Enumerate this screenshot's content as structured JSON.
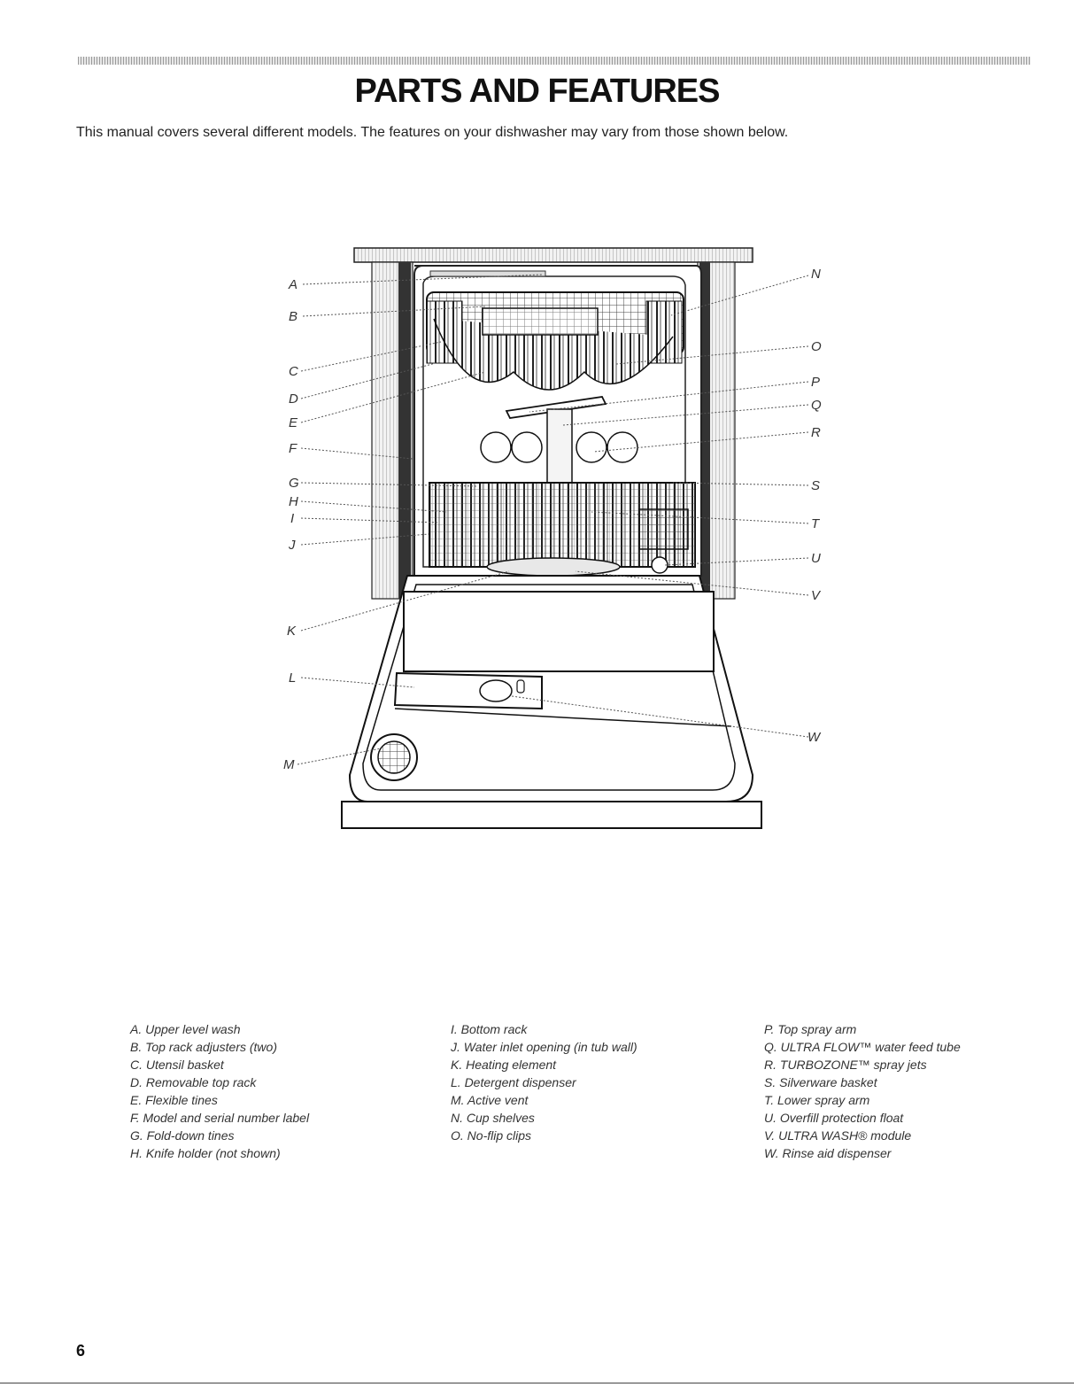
{
  "page": {
    "title": "PARTS AND FEATURES",
    "intro": "This manual covers several different models. The features on your dishwasher may vary from those shown below.",
    "page_number": "6"
  },
  "figure": {
    "callouts_left": [
      "A",
      "B",
      "C",
      "D",
      "E",
      "F",
      "G",
      "H",
      "I",
      "J",
      "K",
      "L",
      "M"
    ],
    "callouts_right": [
      "N",
      "O",
      "P",
      "Q",
      "R",
      "S",
      "T",
      "U",
      "V",
      "W"
    ]
  },
  "legend": {
    "col1": [
      "A. Upper level wash",
      "B. Top rack adjusters (two)",
      "C. Utensil basket",
      "D. Removable top rack",
      "E. Flexible tines",
      "F. Model and serial number label",
      "G. Fold-down tines",
      "H. Knife holder (not shown)"
    ],
    "col2": [
      "I. Bottom rack",
      "J. Water inlet opening (in tub wall)",
      "K. Heating element",
      "L. Detergent dispenser",
      "M. Active vent",
      "N. Cup shelves",
      "O. No-flip clips"
    ],
    "col3": [
      "P. Top spray arm",
      "Q. ULTRA FLOW™ water feed tube",
      "R. TURBOZONE™ spray jets",
      "S. Silverware basket",
      "T. Lower spray arm",
      "U. Overfill protection float",
      "V. ULTRA WASH® module",
      "W. Rinse aid dispenser"
    ]
  }
}
